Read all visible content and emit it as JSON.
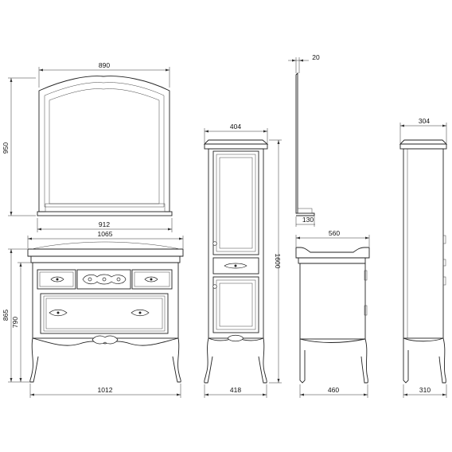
{
  "dimensions": {
    "mirror_width": "890",
    "mirror_height": "950",
    "mirror_base_width": "912",
    "vanity_top_width": "1065",
    "vanity_side_height_outer": "865",
    "vanity_side_height_inner": "790",
    "vanity_leg_width": "1012",
    "cabinet_top_width": "404",
    "cabinet_height": "1600",
    "cabinet_leg_width": "418",
    "mirror_side_depth": "20",
    "mirror_shelf_depth": "130",
    "vanity_side_depth_top": "560",
    "vanity_side_depth_leg": "460",
    "cabinet_side_depth_top": "304",
    "cabinet_side_depth_leg": "310"
  },
  "colors": {
    "line": "#222222",
    "background": "#ffffff"
  }
}
